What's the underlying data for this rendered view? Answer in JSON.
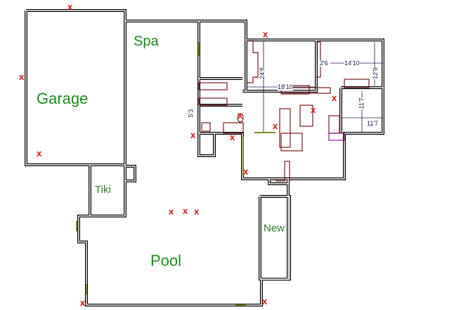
{
  "rooms": {
    "garage": "Garage",
    "spa": "Spa",
    "tiki": "Tiki",
    "pool": "Pool",
    "new": "New"
  },
  "dimensions": {
    "living_height": "24'8",
    "living_width": "18'10",
    "bed1_width": "14'10",
    "bed1_height": "12'9",
    "bed2_height": "11'7",
    "bed2_width": "11'7",
    "closet": "2'6",
    "bath": "5'3"
  },
  "marker": "x",
  "colors": {
    "wall": "#000000",
    "label": "#1e8a1e",
    "marker": "#e01010",
    "furniture": "#7a1a1a",
    "door": "#8a8a20"
  }
}
